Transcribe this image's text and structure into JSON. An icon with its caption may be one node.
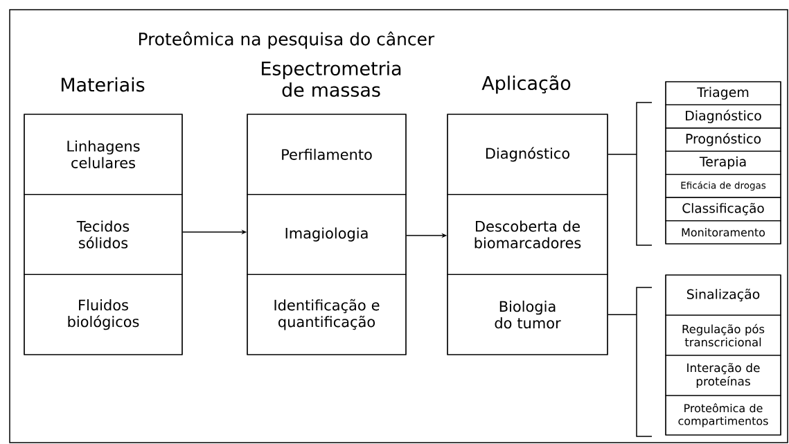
{
  "diagram": {
    "title": "Proteômica na pesquisa do câncer",
    "nodes": [
      {
        "text": [
          "Materiais"
        ]
      },
      {
        "text": [
          "Linhagens celulares"
        ],
        "in": 0
      },
      {
        "text": [
          "Tecidos sólidos"
        ],
        "in": 0
      },
      {
        "text": [
          "Fluidos biológicos"
        ],
        "in": 0
      },
      {
        "text": [
          "Espectrometria de massas"
        ]
      },
      {
        "text": [
          "Perfilamento"
        ],
        "in": 4
      },
      {
        "text": [
          "Imagiologia"
        ],
        "in": 4
      },
      {
        "text": [
          "Identificação e quantificação"
        ],
        "in": 4
      },
      {
        "text": [
          "Aplicação"
        ]
      },
      {
        "text": [
          "Diagnóstico"
        ],
        "in": 8
      },
      {
        "text": [
          "Descoberta de biomarcadores"
        ],
        "in": 8
      },
      {
        "text": [
          "Biologia do tumor"
        ],
        "in": 8
      },
      {
        "text": [],
        "shape": "box"
      },
      {
        "text": [
          "Triagem"
        ],
        "in": 12
      },
      {
        "text": [
          "Diagnóstico"
        ],
        "in": 12
      },
      {
        "text": [
          "Prognóstico"
        ],
        "in": 12
      },
      {
        "text": [
          "Terapia"
        ],
        "in": 12
      },
      {
        "text": [
          "Eficácia de drogas"
        ],
        "in": 12
      },
      {
        "text": [
          "Classificação"
        ],
        "in": 12
      },
      {
        "text": [
          "Monitoramento"
        ],
        "in": 12
      },
      {
        "text": [],
        "shape": "box"
      },
      {
        "text": [
          "Sinalização"
        ],
        "in": 20
      },
      {
        "text": [
          "Regulação pós transcricional"
        ],
        "in": 20
      },
      {
        "text": [
          "Interação de proteínas"
        ],
        "in": 20
      },
      {
        "text": [
          "Proteômica de compartimentos"
        ],
        "in": 20
      }
    ],
    "edges": [
      {
        "from": 0,
        "to": 4,
        "arrow": "to"
      },
      {
        "from": 4,
        "to": 8,
        "arrow": "to"
      },
      {
        "from": 9,
        "to": 12,
        "arrow": "none"
      },
      {
        "from": 11,
        "to": 20,
        "arrow": "none"
      }
    ]
  }
}
